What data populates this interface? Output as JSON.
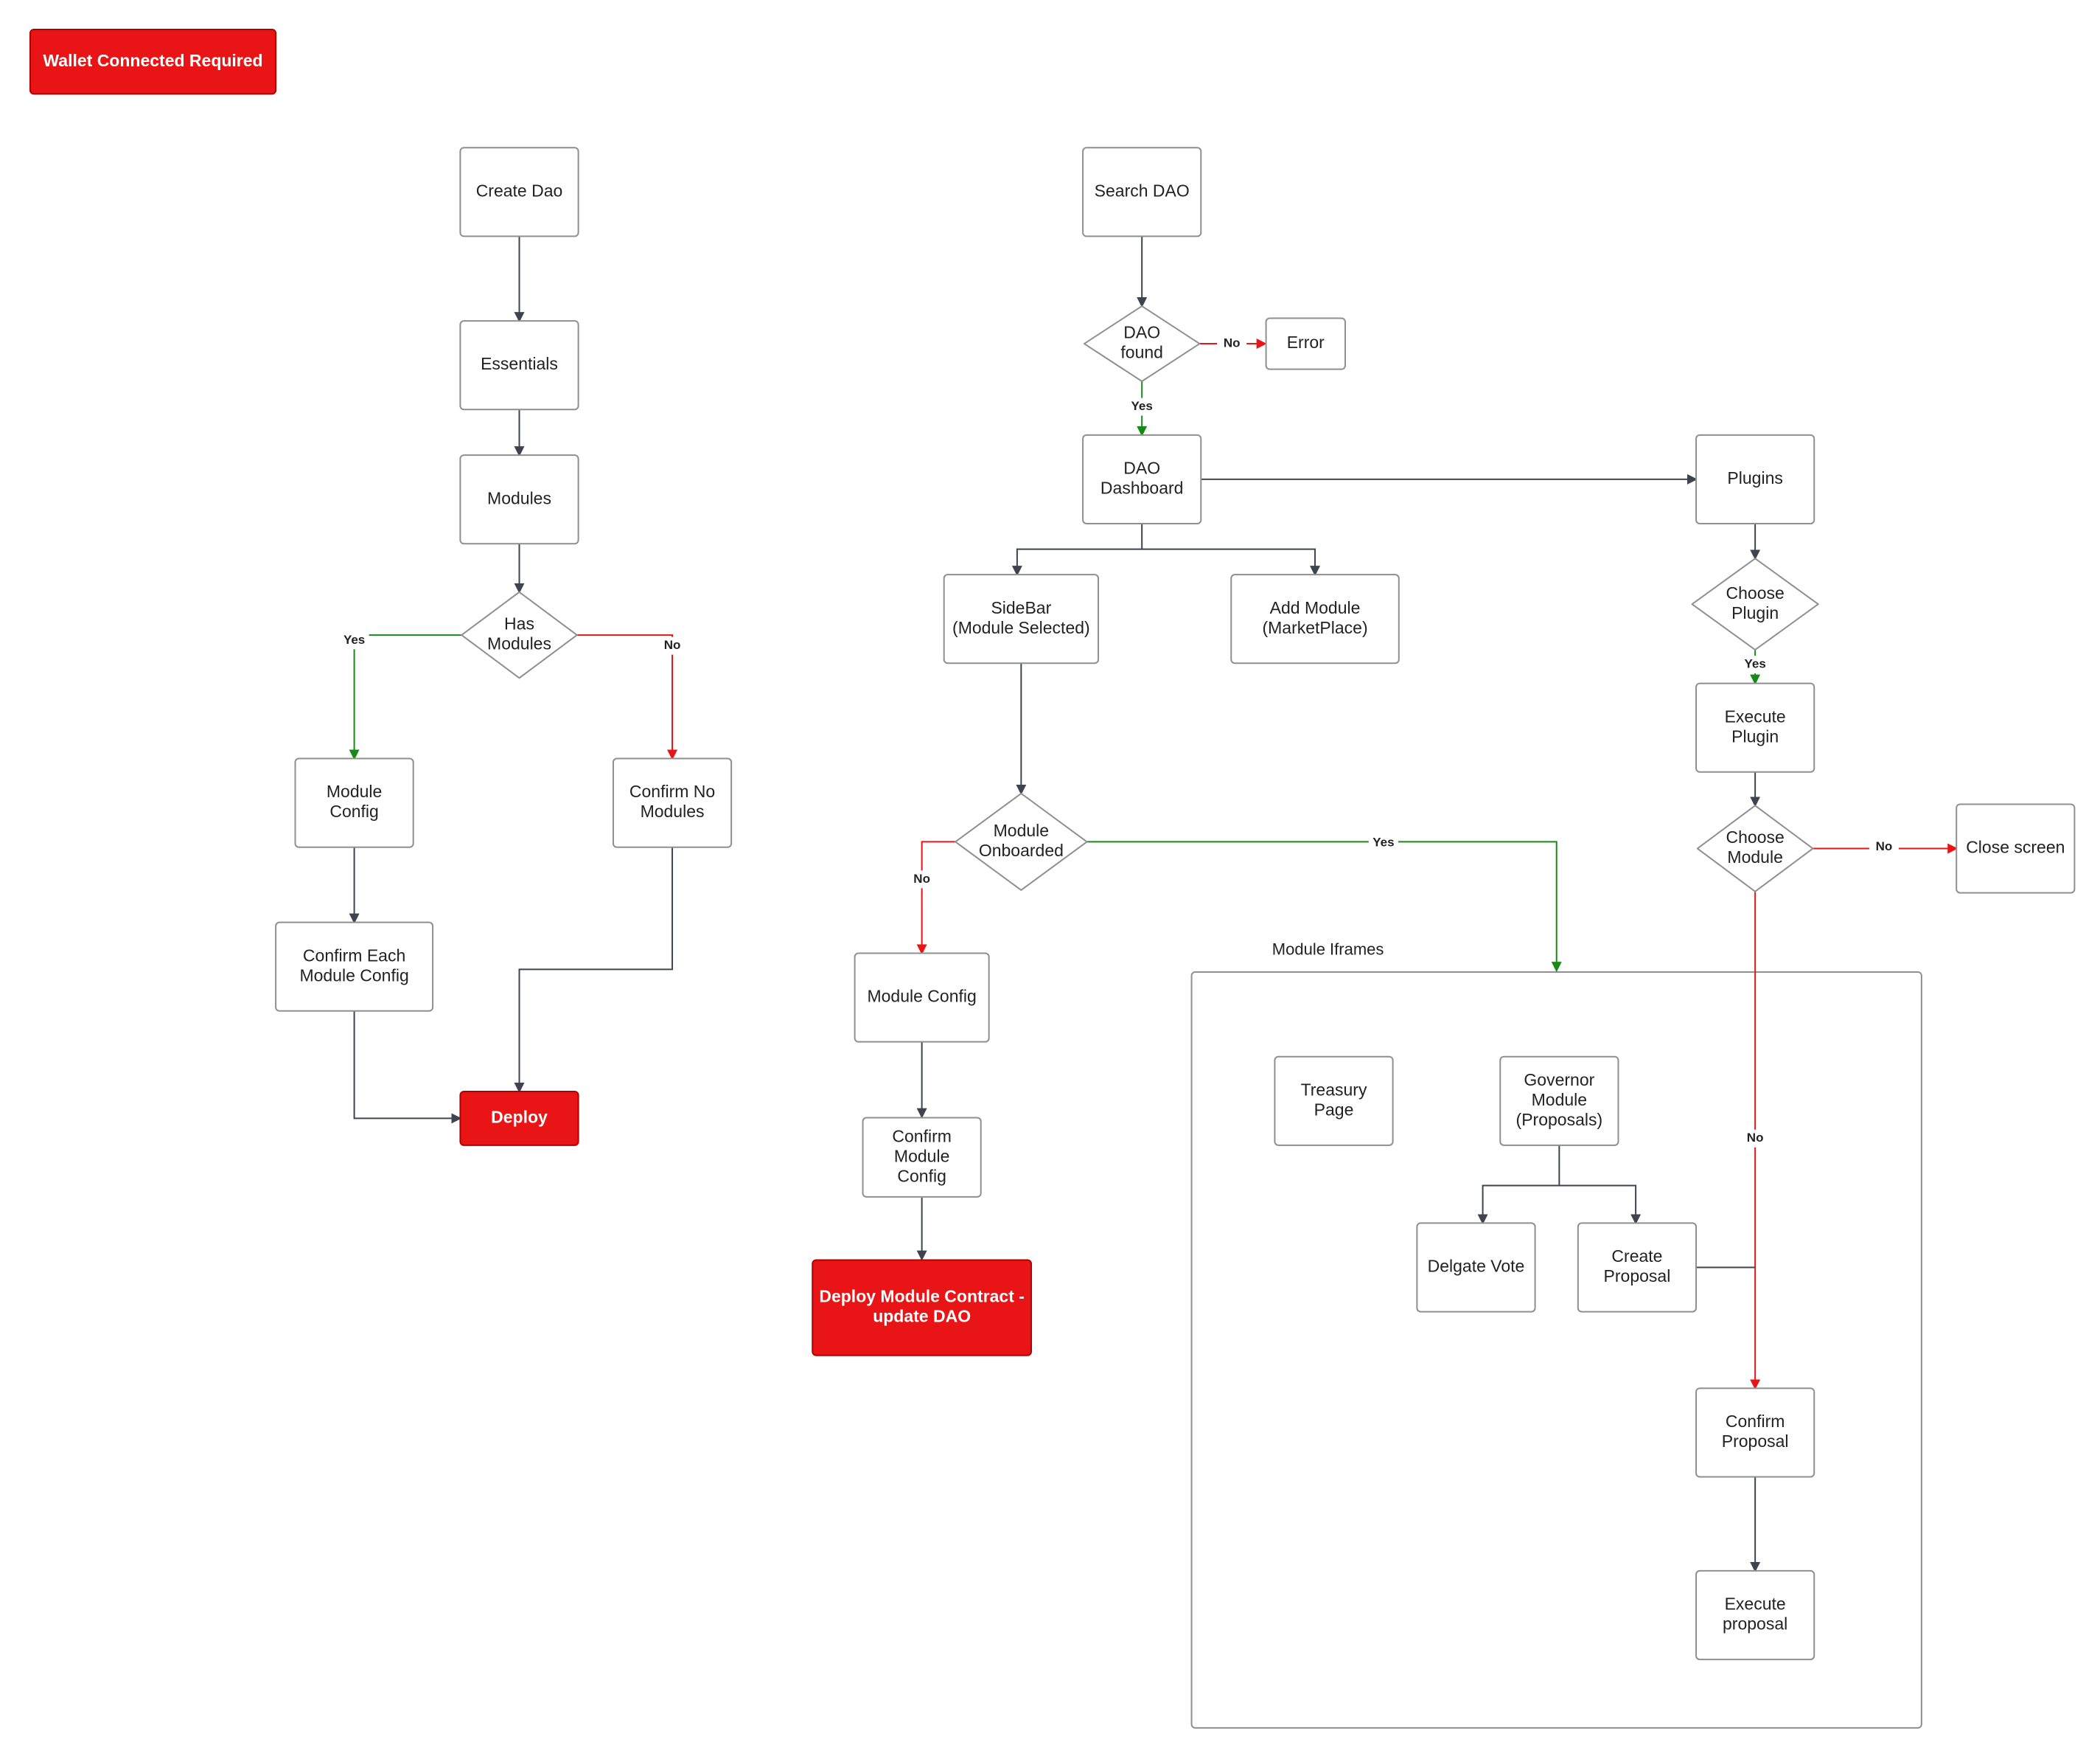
{
  "colors": {
    "default_edge": "#3d4450",
    "yes_edge": "#168a16",
    "no_edge": "#e81416",
    "accent_red": "#e81416"
  },
  "group": {
    "id": "iframes",
    "label": "Module Iframes"
  },
  "nodes": [
    {
      "id": "wallet",
      "shape": "box-red",
      "lines": [
        "Wallet Connected Required"
      ]
    },
    {
      "id": "create",
      "shape": "box",
      "lines": [
        "Create Dao"
      ]
    },
    {
      "id": "essentials",
      "shape": "box",
      "lines": [
        "Essentials"
      ]
    },
    {
      "id": "modules",
      "shape": "box",
      "lines": [
        "Modules"
      ]
    },
    {
      "id": "has_modules",
      "shape": "diamond",
      "lines": [
        "Has",
        "Modules"
      ]
    },
    {
      "id": "module_config_l",
      "shape": "box",
      "lines": [
        "Module",
        "Config"
      ]
    },
    {
      "id": "confirm_no_modules",
      "shape": "box",
      "lines": [
        "Confirm No",
        "Modules"
      ]
    },
    {
      "id": "confirm_each",
      "shape": "box",
      "lines": [
        "Confirm Each",
        "Module Config"
      ]
    },
    {
      "id": "deploy",
      "shape": "box-red",
      "lines": [
        "Deploy"
      ]
    },
    {
      "id": "search",
      "shape": "box",
      "lines": [
        "Search DAO"
      ]
    },
    {
      "id": "dao_found",
      "shape": "diamond",
      "lines": [
        "DAO",
        "found"
      ]
    },
    {
      "id": "error",
      "shape": "box",
      "lines": [
        "Error"
      ]
    },
    {
      "id": "dashboard",
      "shape": "box",
      "lines": [
        "DAO",
        "Dashboard"
      ]
    },
    {
      "id": "sidebar",
      "shape": "box",
      "lines": [
        "SideBar",
        "(Module Selected)"
      ]
    },
    {
      "id": "add_module",
      "shape": "box",
      "lines": [
        "Add Module",
        "(MarketPlace)"
      ]
    },
    {
      "id": "module_onboarded",
      "shape": "diamond",
      "lines": [
        "Module",
        "Onboarded"
      ]
    },
    {
      "id": "module_config_m",
      "shape": "box",
      "lines": [
        "Module Config"
      ]
    },
    {
      "id": "confirm_module_config",
      "shape": "box",
      "lines": [
        "Confirm",
        "Module",
        "Config"
      ]
    },
    {
      "id": "deploy_module",
      "shape": "box-red",
      "lines": [
        "Deploy Module Contract -",
        "update DAO"
      ]
    },
    {
      "id": "plugins",
      "shape": "box",
      "lines": [
        "Plugins"
      ]
    },
    {
      "id": "choose_plugin",
      "shape": "diamond",
      "lines": [
        "Choose",
        "Plugin"
      ]
    },
    {
      "id": "execute_plugin",
      "shape": "box",
      "lines": [
        "Execute",
        "Plugin"
      ]
    },
    {
      "id": "choose_module",
      "shape": "diamond",
      "lines": [
        "Choose",
        "Module"
      ]
    },
    {
      "id": "close_screen",
      "shape": "box",
      "lines": [
        "Close screen"
      ]
    },
    {
      "id": "treasury",
      "shape": "box",
      "lines": [
        "Treasury",
        "Page"
      ]
    },
    {
      "id": "governor",
      "shape": "box",
      "lines": [
        "Governor",
        "Module",
        "(Proposals)"
      ]
    },
    {
      "id": "delegate_vote",
      "shape": "box",
      "lines": [
        "Delgate Vote"
      ]
    },
    {
      "id": "create_proposal",
      "shape": "box",
      "lines": [
        "Create",
        "Proposal"
      ]
    },
    {
      "id": "confirm_proposal",
      "shape": "box",
      "lines": [
        "Confirm",
        "Proposal"
      ]
    },
    {
      "id": "execute_proposal",
      "shape": "box",
      "lines": [
        "Execute",
        "proposal"
      ]
    }
  ],
  "edges": [
    {
      "id": "e1",
      "from": "create",
      "to": "essentials",
      "kind": "default",
      "label": ""
    },
    {
      "id": "e2",
      "from": "essentials",
      "to": "modules",
      "kind": "default",
      "label": ""
    },
    {
      "id": "e3",
      "from": "modules",
      "to": "has_modules",
      "kind": "default",
      "label": ""
    },
    {
      "id": "e4",
      "from": "has_modules",
      "to": "module_config_l",
      "kind": "yes",
      "label": "Yes"
    },
    {
      "id": "e5",
      "from": "has_modules",
      "to": "confirm_no_modules",
      "kind": "no",
      "label": "No"
    },
    {
      "id": "e6",
      "from": "module_config_l",
      "to": "confirm_each",
      "kind": "default",
      "label": ""
    },
    {
      "id": "e7",
      "from": "confirm_each",
      "to": "deploy",
      "kind": "default",
      "label": ""
    },
    {
      "id": "e8",
      "from": "confirm_no_modules",
      "to": "deploy",
      "kind": "default",
      "label": ""
    },
    {
      "id": "e9",
      "from": "search",
      "to": "dao_found",
      "kind": "default",
      "label": ""
    },
    {
      "id": "e10",
      "from": "dao_found",
      "to": "error",
      "kind": "no",
      "label": "No"
    },
    {
      "id": "e11",
      "from": "dao_found",
      "to": "dashboard",
      "kind": "yes",
      "label": "Yes"
    },
    {
      "id": "e12",
      "from": "dashboard",
      "to": "plugins",
      "kind": "default",
      "label": ""
    },
    {
      "id": "e13",
      "from": "dashboard",
      "to": "sidebar",
      "kind": "default",
      "label": ""
    },
    {
      "id": "e14",
      "from": "dashboard",
      "to": "add_module",
      "kind": "default",
      "label": ""
    },
    {
      "id": "e15",
      "from": "sidebar",
      "to": "module_onboarded",
      "kind": "default",
      "label": ""
    },
    {
      "id": "e16",
      "from": "module_onboarded",
      "to": "module_config_m",
      "kind": "no",
      "label": "No"
    },
    {
      "id": "e17",
      "from": "module_onboarded",
      "to": "iframes",
      "kind": "yes",
      "label": "Yes"
    },
    {
      "id": "e18",
      "from": "module_config_m",
      "to": "confirm_module_config",
      "kind": "default",
      "label": ""
    },
    {
      "id": "e19",
      "from": "confirm_module_config",
      "to": "deploy_module",
      "kind": "default",
      "label": ""
    },
    {
      "id": "e20",
      "from": "plugins",
      "to": "choose_plugin",
      "kind": "default",
      "label": ""
    },
    {
      "id": "e21",
      "from": "choose_plugin",
      "to": "execute_plugin",
      "kind": "yes",
      "label": "Yes"
    },
    {
      "id": "e22",
      "from": "execute_plugin",
      "to": "choose_module",
      "kind": "default",
      "label": ""
    },
    {
      "id": "e23",
      "from": "choose_module",
      "to": "close_screen",
      "kind": "no",
      "label": "No"
    },
    {
      "id": "e24",
      "from": "choose_module",
      "to": "confirm_proposal",
      "kind": "no",
      "label": "No"
    },
    {
      "id": "e25",
      "from": "governor",
      "to": "delegate_vote",
      "kind": "default",
      "label": ""
    },
    {
      "id": "e26",
      "from": "governor",
      "to": "create_proposal",
      "kind": "default",
      "label": ""
    },
    {
      "id": "e27",
      "from": "create_proposal",
      "to": "confirm_proposal",
      "kind": "default",
      "label": ""
    },
    {
      "id": "e28",
      "from": "confirm_proposal",
      "to": "execute_proposal",
      "kind": "default",
      "label": ""
    }
  ]
}
